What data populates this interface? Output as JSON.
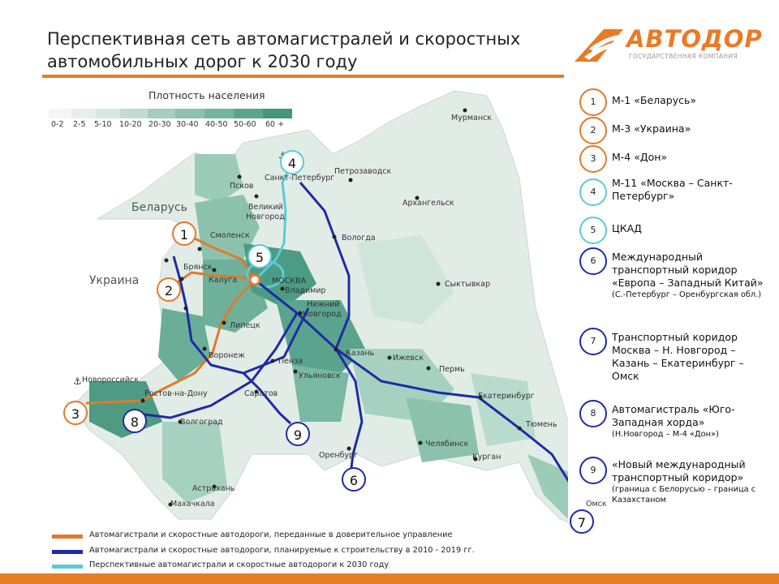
{
  "title_line1": "Перспективная сеть автомагистралей и скоростных",
  "title_line2": "автомобильных дорог к 2030 году",
  "logo": {
    "name": "АВТОДОР",
    "subtitle": "ГОСУДАРСТВЕННАЯ КОМПАНИЯ"
  },
  "colors": {
    "orange": "#e07a2b",
    "blue": "#1f2ba6",
    "cyan": "#5ccad6",
    "accent": "#e57e26"
  },
  "density": {
    "title": "Плотность населения",
    "ranges": [
      "0-2",
      "2-5",
      "5-10",
      "10-20",
      "20-30",
      "30-40",
      "40-50",
      "50-60",
      "60 +"
    ]
  },
  "countries": {
    "belarus": "Беларусь",
    "ukraine": "Украина"
  },
  "cities": {
    "murmansk": "Мурманск",
    "petrozavodsk": "Петрозаводск",
    "spb": "Санкт-Петербург",
    "pskov": "Псков",
    "vnovgorod1": "Великий",
    "vnovgorod2": "Новгород",
    "arkhangelsk": "Архангельск",
    "vologda": "Вологда",
    "smolensk": "Смоленск",
    "bryansk": "Брянск",
    "kaluga": "Калуга",
    "moscow": "МОСКВА",
    "vladimir": "Владимир",
    "nnovgorod1": "Нижний",
    "nnovgorod2": "Новгород",
    "syktyvkar": "Сыктывкар",
    "lipetsk": "Липецк",
    "voronezh": "Воронеж",
    "penza": "Пенза",
    "kazan": "Казань",
    "izhevsk": "Ижевск",
    "perm": "Пермь",
    "ulyanovsk": "Ульяновск",
    "novorossiysk": "Новороссийск",
    "rostov": "Ростов-на-Дону",
    "saratov": "Саратов",
    "yekaterinburg": "Екатеринбург",
    "tyumen": "Тюмень",
    "volgograd": "Волгоград",
    "chelyabinsk": "Челябинск",
    "orenburg": "Оренбург",
    "kurgan": "Курган",
    "astrakhan": "Астрахань",
    "makhachkala": "Махачкала",
    "omsk": "Омск"
  },
  "route_markers": [
    "1",
    "2",
    "3",
    "4",
    "5",
    "6",
    "7",
    "8",
    "9"
  ],
  "side_legend": [
    {
      "num": "1",
      "text": "М-1 «Беларусь»",
      "sub": ""
    },
    {
      "num": "2",
      "text": "М-3 «Украина»",
      "sub": ""
    },
    {
      "num": "3",
      "text": "М-4 «Дон»",
      "sub": ""
    },
    {
      "num": "4",
      "text": "М-11 «Москва – Санкт-Петербург»",
      "sub": ""
    },
    {
      "num": "5",
      "text": "ЦКАД",
      "sub": ""
    },
    {
      "num": "6",
      "text": "Международный транспортный коридор «Европа – Западный Китай»",
      "sub": "(С.-Петербург – Оренбургская обл.)"
    },
    {
      "num": "7",
      "text": "Транспортный коридор Москва – Н. Новгород – Казань – Екатеринбург – Омск",
      "sub": ""
    },
    {
      "num": "8",
      "text": "Автомагистраль «Юго-Западная хорда»",
      "sub": "(Н.Новгород – М-4 «Дон»)"
    },
    {
      "num": "9",
      "text": "«Новый международный транспортный коридор»",
      "sub": "(граница с Белорусью – граница с Казахстаном"
    }
  ],
  "bottom_legend": [
    {
      "text": "Автомагистрали и скоростные автодороги, переданные в доверительное управление",
      "color": "#e07a2b"
    },
    {
      "text": "Автомагистрали и скоростные автодороги, планируемые к строительству в 2010 - 2019 гг.",
      "color": "#1f2ba6"
    },
    {
      "text": "Перспективные автомагистрали и скоростные автодороги к 2030 году",
      "color": "#5ccad6"
    }
  ]
}
